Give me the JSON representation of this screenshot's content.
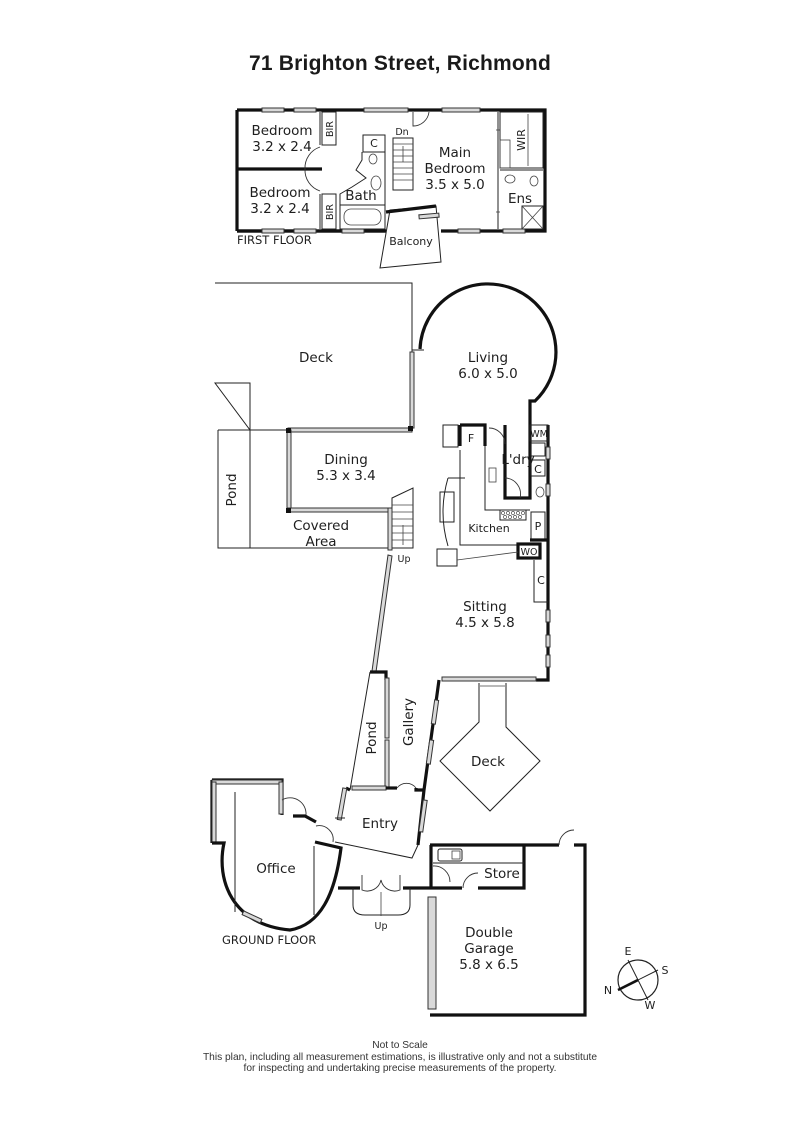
{
  "title": "71 Brighton Street, Richmond",
  "first_floor": {
    "label": "FIRST FLOOR",
    "rooms": {
      "bedroom1": {
        "name": "Bedroom",
        "size": "3.2 x 2.4"
      },
      "bedroom2": {
        "name": "Bedroom",
        "size": "3.2 x 2.4"
      },
      "bir1": "BIR",
      "bir2": "BIR",
      "cupboard": "C",
      "bath": "Bath",
      "stairs_dn": "Dn",
      "main_bedroom": {
        "name1": "Main",
        "name2": "Bedroom",
        "size": "3.5 x 5.0"
      },
      "wir": "WIR",
      "ens": "Ens",
      "balcony": "Balcony"
    }
  },
  "ground_floor": {
    "label": "GROUND FLOOR",
    "rooms": {
      "deck_top": "Deck",
      "living": {
        "name": "Living",
        "size": "6.0 x 5.0"
      },
      "pond_left": "Pond",
      "dining": {
        "name": "Dining",
        "size": "5.3 x 3.4"
      },
      "covered_area": {
        "line1": "Covered",
        "line2": "Area"
      },
      "stairs_up": "Up",
      "fridge": "F",
      "laundry": "L'dry",
      "wm": "WM",
      "laundry_c": "C",
      "kitchen": "Kitchen",
      "pantry": "P",
      "wo": "WO",
      "sitting_c": "C",
      "sitting": {
        "name": "Sitting",
        "size": "4.5 x 5.8"
      },
      "pond_mid": "Pond",
      "gallery": "Gallery",
      "deck_diamond": "Deck",
      "entry": "Entry",
      "office": "Office",
      "front_up": "Up",
      "store": "Store",
      "garage": {
        "name1": "Double",
        "name2": "Garage",
        "size": "5.8 x 6.5"
      }
    }
  },
  "compass": {
    "n": "N",
    "e": "E",
    "s": "S",
    "w": "W"
  },
  "footer": {
    "line1": "Not to Scale",
    "line2": "This plan, including all measurement estimations, is illustrative only and not a substitute",
    "line3": "for inspecting and undertaking precise measurements of the property."
  }
}
